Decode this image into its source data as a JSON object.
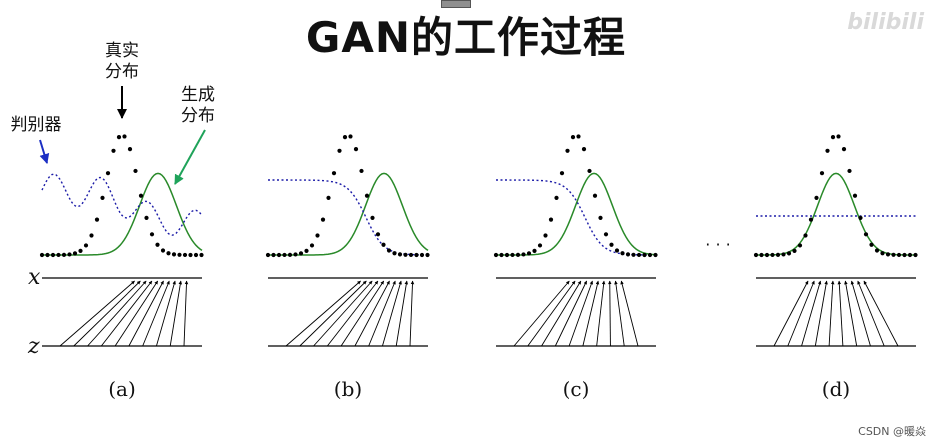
{
  "title": "GAN的工作过程",
  "logo_text": "bilibili",
  "watermark": "CSDN @暖焱",
  "annotations": {
    "real_dist_line1": "真实",
    "real_dist_line2": "分布",
    "gen_dist_line1": "生成",
    "gen_dist_line2": "分布",
    "discriminator": "判别器"
  },
  "axis_labels": {
    "x": "x",
    "z": "z"
  },
  "ellipsis": "· · ·",
  "panels": [
    {
      "label": "(a)",
      "gen_shift": 1.0,
      "disc": "wavy"
    },
    {
      "label": "(b)",
      "gen_shift": 1.0,
      "disc": "sigmoid"
    },
    {
      "label": "(c)",
      "gen_shift": 0.5,
      "disc": "sigmoid"
    },
    {
      "label": "(d)",
      "gen_shift": 0.0,
      "disc": "flat"
    }
  ],
  "colors": {
    "real": "#000000",
    "generated": "#2a8a2a",
    "discriminator": "#1c1ca8",
    "arrow_green": "#1fa35a",
    "arrow_blue": "#1c2fc4"
  }
}
